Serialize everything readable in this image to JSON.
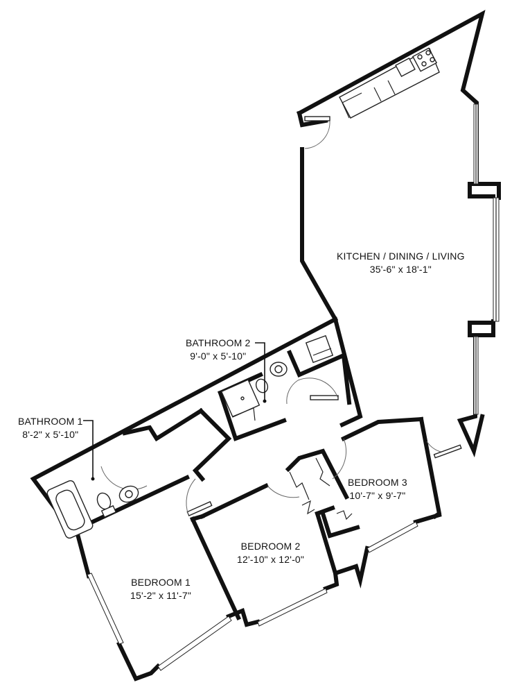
{
  "rooms": [
    {
      "name": "KITCHEN / DINING / LIVING",
      "dims": "35'-6\" x 18'-1\""
    },
    {
      "name": "BATHROOM 2",
      "dims": "9'-0\" x 5'-10\""
    },
    {
      "name": "BATHROOM 1",
      "dims": "8'-2\" x 5'-10\""
    },
    {
      "name": "BEDROOM 3",
      "dims": "10'-7\" x 9'-7\""
    },
    {
      "name": "BEDROOM 2",
      "dims": "12'-10\" x 12'-0\""
    },
    {
      "name": "BEDROOM 1",
      "dims": "15'-2\" x 11'-7\""
    }
  ]
}
